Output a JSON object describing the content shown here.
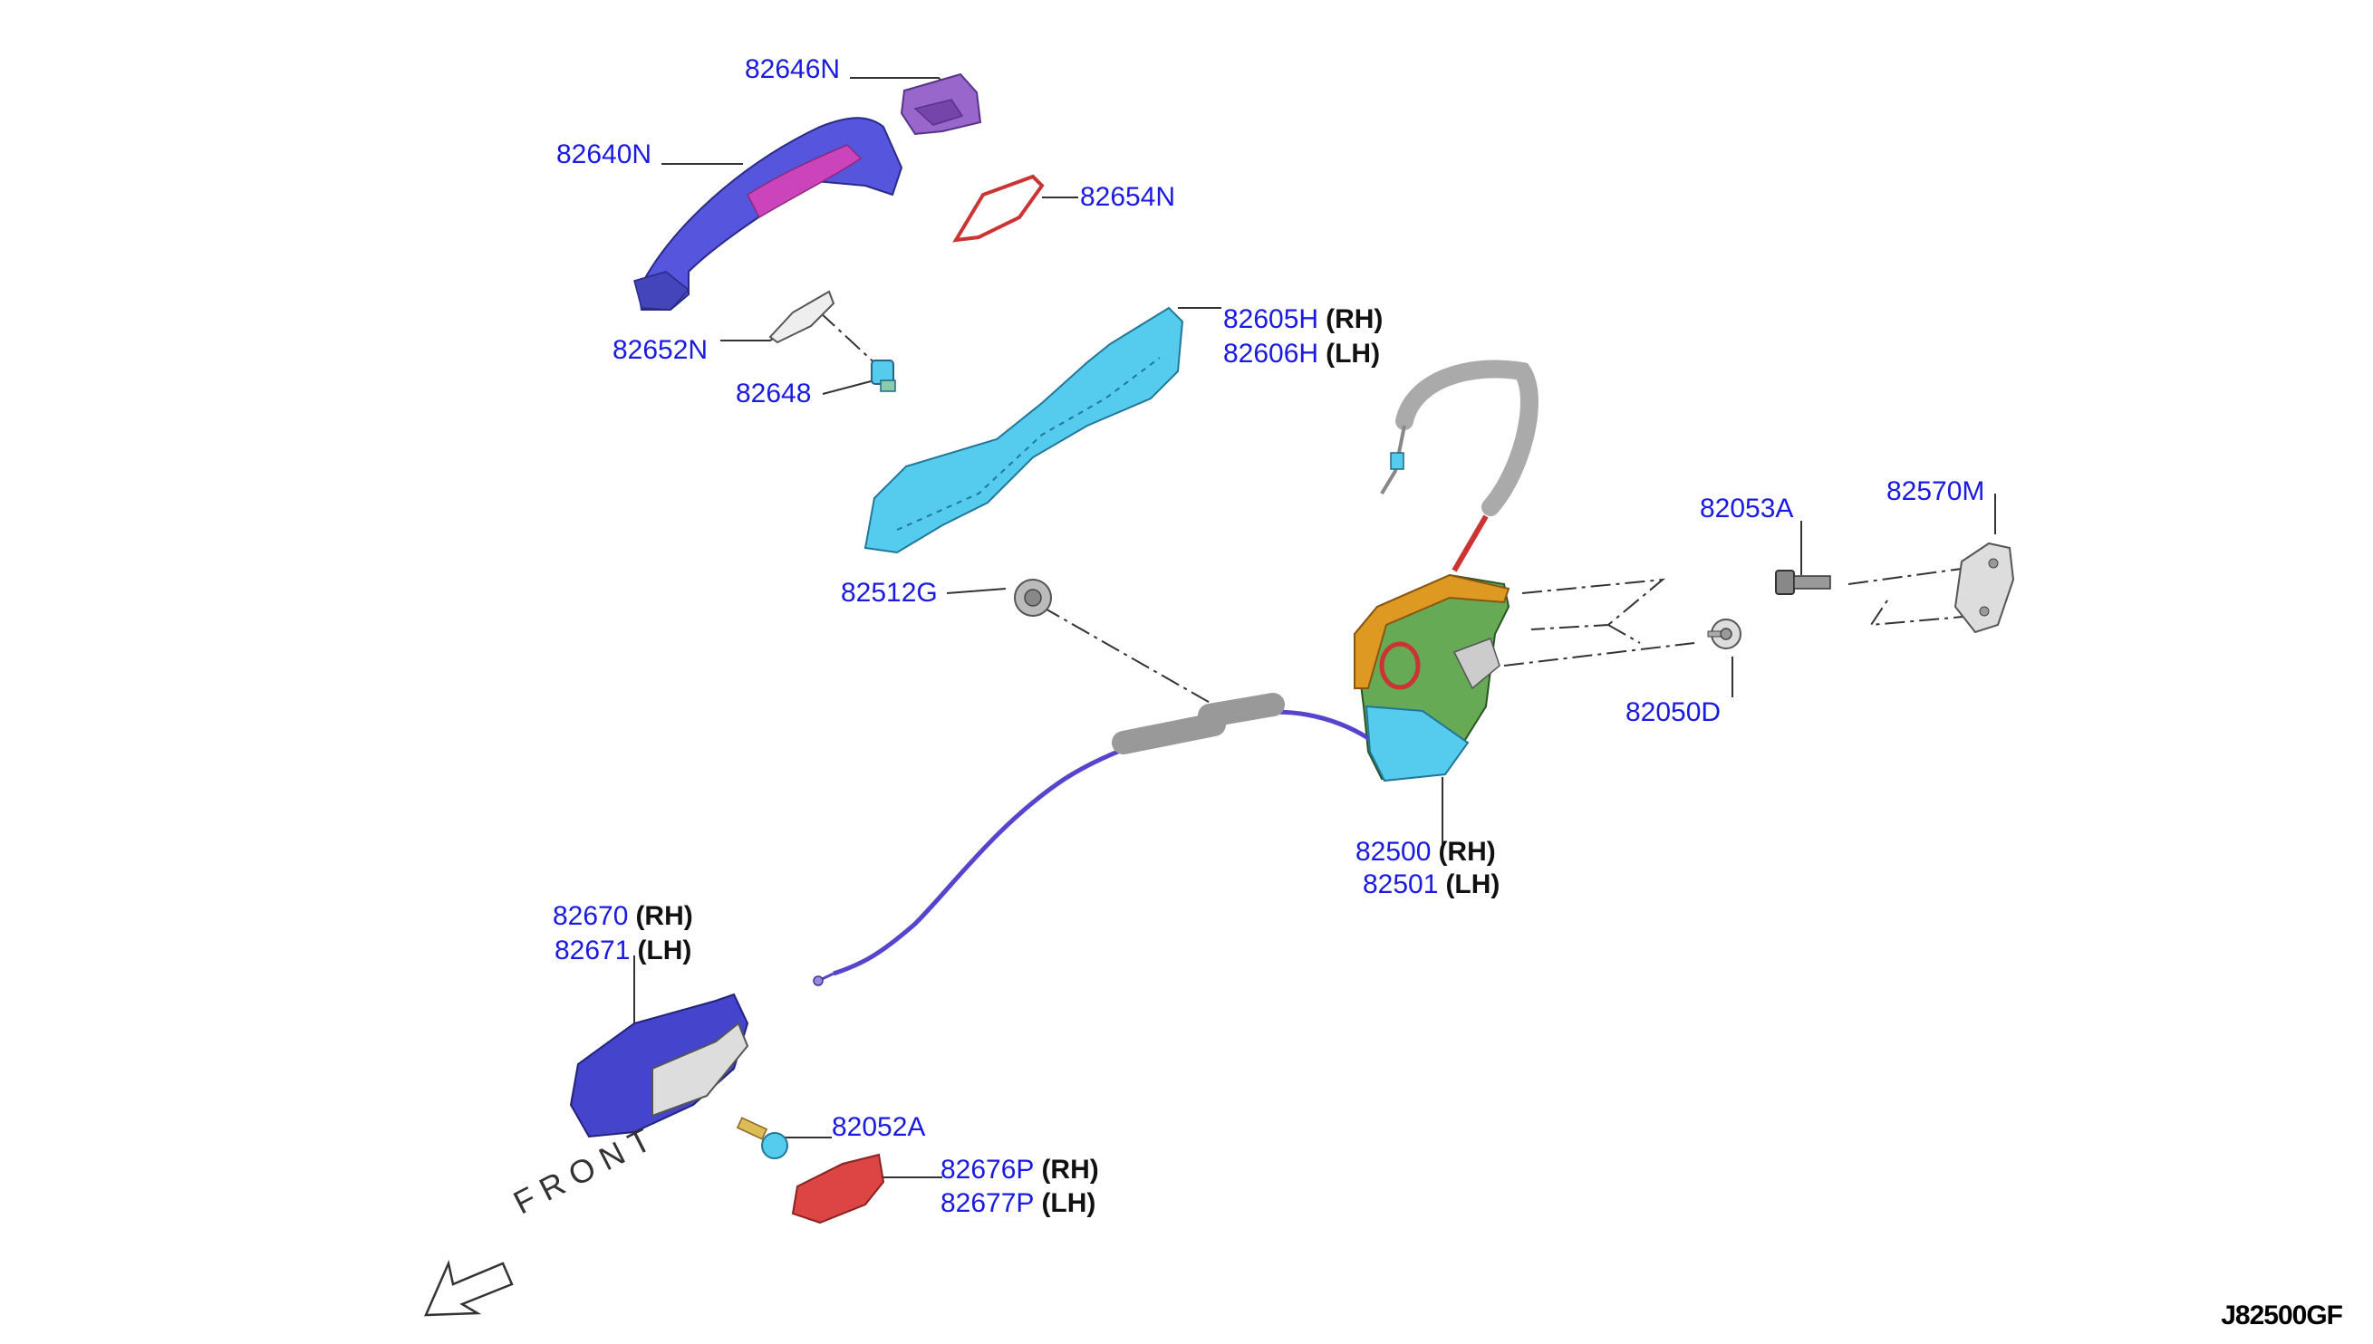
{
  "colors": {
    "part_number": "#1a1ae0",
    "side_marker": "#111111",
    "leader": "#333333",
    "handle_blue": "#5555dd",
    "handle_magenta": "#cc44bb",
    "bracket_cyan": "#55ccee",
    "latch_green": "#66aa55",
    "latch_orange": "#dd9922",
    "cable_purple": "#5544cc",
    "cover_red": "#dd4444",
    "escutcheon_purple": "#9966cc",
    "rod_gray": "#aaaaaa"
  },
  "parts": [
    {
      "id": "82646N",
      "number": "82646N",
      "side": ""
    },
    {
      "id": "82640N",
      "number": "82640N",
      "side": ""
    },
    {
      "id": "82654N",
      "number": "82654N",
      "side": ""
    },
    {
      "id": "82652N",
      "number": "82652N",
      "side": ""
    },
    {
      "id": "82648",
      "number": "82648",
      "side": ""
    },
    {
      "id": "82605H",
      "number": "82605H",
      "side": "(RH)"
    },
    {
      "id": "82606H",
      "number": "82606H",
      "side": "(LH)"
    },
    {
      "id": "82512G",
      "number": "82512G",
      "side": ""
    },
    {
      "id": "82053A",
      "number": "82053A",
      "side": ""
    },
    {
      "id": "82570M",
      "number": "82570M",
      "side": ""
    },
    {
      "id": "82050D",
      "number": "82050D",
      "side": ""
    },
    {
      "id": "82500",
      "number": "82500",
      "side": "(RH)"
    },
    {
      "id": "82501",
      "number": "82501",
      "side": "(LH)"
    },
    {
      "id": "82670",
      "number": "82670",
      "side": "(RH)"
    },
    {
      "id": "82671",
      "number": "82671",
      "side": "(LH)"
    },
    {
      "id": "82052A",
      "number": "82052A",
      "side": ""
    },
    {
      "id": "82676P",
      "number": "82676P",
      "side": "(RH)"
    },
    {
      "id": "82677P",
      "number": "82677P",
      "side": "(LH)"
    }
  ],
  "front_label": "FRONT",
  "figure_code": "J82500GF"
}
